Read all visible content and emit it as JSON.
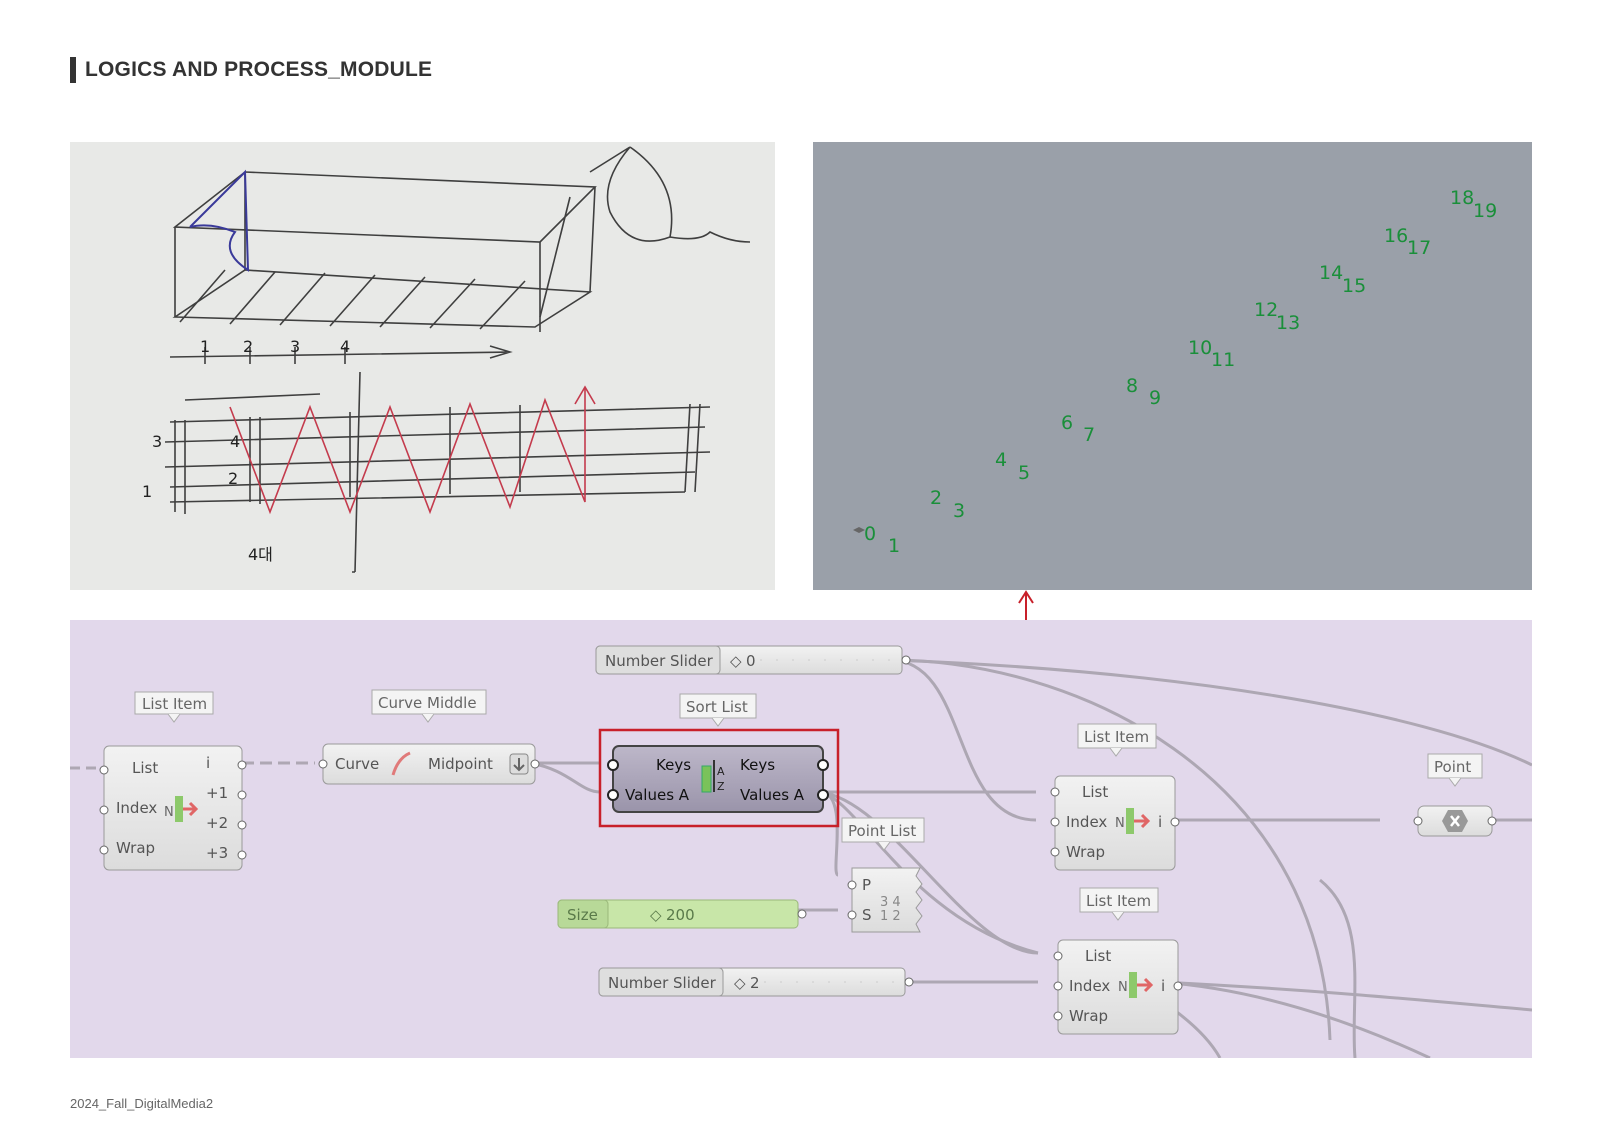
{
  "title": "LOGICS AND PROCESS_MODULE",
  "footer": "2024_Fall_DigitalMedia2",
  "sketch": {
    "annotations": [
      "1",
      "2",
      "3",
      "4",
      "3",
      "4",
      "2",
      "1",
      "4대"
    ]
  },
  "viewport": {
    "point_labels": [
      "0",
      "1",
      "2",
      "3",
      "4",
      "5",
      "6",
      "7",
      "8",
      "9",
      "10",
      "11",
      "12",
      "13",
      "14",
      "15",
      "16",
      "17",
      "18",
      "19"
    ]
  },
  "grasshopper": {
    "number_slider_top": {
      "name": "Number Slider",
      "value": "0"
    },
    "number_slider_bottom": {
      "name": "Number Slider",
      "value": "2"
    },
    "size_slider": {
      "name": "Size",
      "value": "200"
    },
    "list_item_left": {
      "caption": "List Item",
      "inputs": [
        "List",
        "Index",
        "Wrap"
      ],
      "outputs": [
        "i",
        "+1",
        "+2",
        "+3"
      ]
    },
    "curve_middle": {
      "caption": "Curve Middle",
      "input": "Curve",
      "output": "Midpoint"
    },
    "sort_list": {
      "caption": "Sort List",
      "inputs": [
        "Keys",
        "Values A"
      ],
      "outputs": [
        "Keys",
        "Values A"
      ]
    },
    "point_list": {
      "caption": "Point List",
      "inputs": [
        "P",
        "S"
      ]
    },
    "list_item_right_top": {
      "caption": "List Item",
      "inputs": [
        "List",
        "Index",
        "Wrap"
      ],
      "output": "i"
    },
    "list_item_right_bottom": {
      "caption": "List Item",
      "inputs": [
        "List",
        "Index",
        "Wrap"
      ],
      "output": "i"
    },
    "point": {
      "caption": "Point"
    },
    "colors": {
      "canvas": "#e2d8eb",
      "highlight": "#c8202a",
      "sort_list_body": "#a9a3b8",
      "slider_green": "#c8e6a8"
    }
  }
}
